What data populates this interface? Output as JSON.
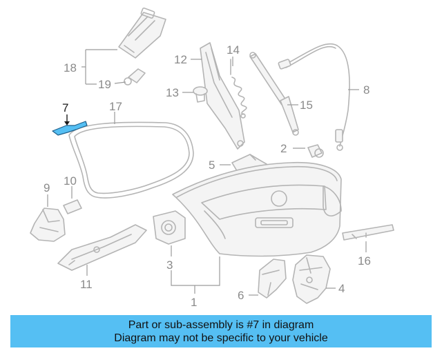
{
  "callouts": [
    {
      "id": "1",
      "text": "1"
    },
    {
      "id": "2",
      "text": "2"
    },
    {
      "id": "3",
      "text": "3"
    },
    {
      "id": "4",
      "text": "4"
    },
    {
      "id": "5",
      "text": "5"
    },
    {
      "id": "6",
      "text": "6"
    },
    {
      "id": "7",
      "text": "7"
    },
    {
      "id": "8",
      "text": "8"
    },
    {
      "id": "9",
      "text": "9"
    },
    {
      "id": "10",
      "text": "10"
    },
    {
      "id": "11",
      "text": "11"
    },
    {
      "id": "12",
      "text": "12"
    },
    {
      "id": "13",
      "text": "13"
    },
    {
      "id": "14",
      "text": "14"
    },
    {
      "id": "15",
      "text": "15"
    },
    {
      "id": "16",
      "text": "16"
    },
    {
      "id": "17",
      "text": "17"
    },
    {
      "id": "18",
      "text": "18"
    },
    {
      "id": "19",
      "text": "19"
    }
  ],
  "highlighted_part": "7",
  "colors": {
    "highlight": "#55bff3",
    "banner": "#55bff3",
    "line_art": "#b4b4b4"
  },
  "banner": {
    "line1": "Part or sub-assembly is #7 in diagram",
    "line2": "Diagram may not be specific to your vehicle"
  }
}
